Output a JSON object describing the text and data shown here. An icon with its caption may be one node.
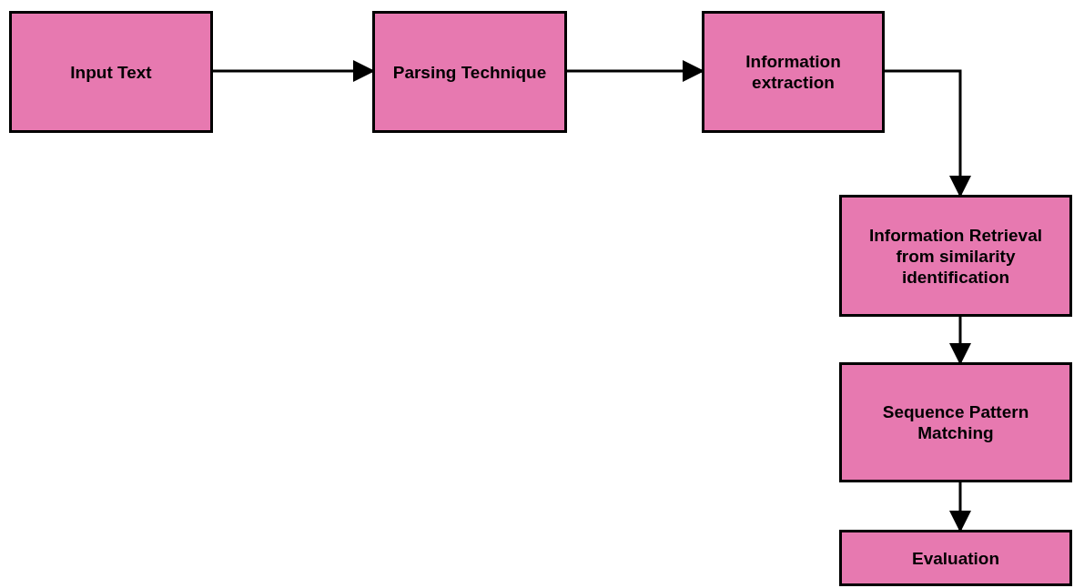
{
  "diagram": {
    "nodes": [
      {
        "text": [
          "Input Text"
        ]
      },
      {
        "text": [
          "Parsing Technique"
        ]
      },
      {
        "text": [
          "Information extraction"
        ]
      },
      {
        "text": [
          "Information Retrieval from similarity identification"
        ]
      },
      {
        "text": [
          "Sequence Pattern Matching"
        ]
      },
      {
        "text": [
          "Evaluation"
        ]
      }
    ],
    "edges": [
      {
        "from": 0,
        "to": 1,
        "arrow": "to"
      },
      {
        "from": 1,
        "to": 2,
        "arrow": "to"
      },
      {
        "from": 2,
        "to": 3,
        "arrow": "to"
      },
      {
        "from": 3,
        "to": 4,
        "arrow": "to"
      },
      {
        "from": 4,
        "to": 5,
        "arrow": "to"
      }
    ]
  }
}
